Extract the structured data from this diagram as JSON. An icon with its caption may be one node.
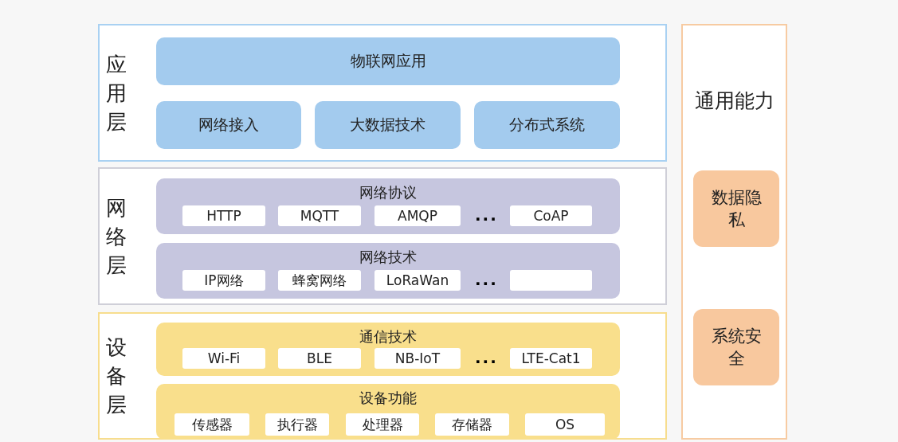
{
  "diagram": {
    "nodes": [
      {
        "text": [
          "应用层"
        ]
      },
      {
        "text": [
          "物联网应用"
        ],
        "in": 0
      },
      {
        "text": [
          "网络接入"
        ],
        "in": 0
      },
      {
        "text": [
          "大数据技术"
        ],
        "in": 0
      },
      {
        "text": [
          "分布式系统"
        ],
        "in": 0
      },
      {
        "text": [
          "网络层"
        ]
      },
      {
        "text": [
          "网络协议"
        ],
        "in": 5
      },
      {
        "text": [
          "HTTP"
        ],
        "in": 6
      },
      {
        "text": [
          "MQTT"
        ],
        "in": 6
      },
      {
        "text": [
          "AMQP"
        ],
        "in": 6
      },
      {
        "text": [
          "CoAP"
        ],
        "in": 6
      },
      {
        "text": [
          "网络技术"
        ],
        "in": 5
      },
      {
        "text": [
          "IP网络"
        ],
        "in": 11
      },
      {
        "text": [
          "蜂窝网络"
        ],
        "in": 11
      },
      {
        "text": [
          "LoRaWan"
        ],
        "in": 11
      },
      {
        "text": [],
        "shape": "box",
        "in": 11
      },
      {
        "text": [
          "设备层"
        ]
      },
      {
        "text": [
          "通信技术"
        ],
        "in": 16
      },
      {
        "text": [
          "Wi-Fi"
        ],
        "in": 17
      },
      {
        "text": [
          "BLE"
        ],
        "in": 17
      },
      {
        "text": [
          "NB-IoT"
        ],
        "in": 17
      },
      {
        "text": [
          "LTE-Cat1"
        ],
        "in": 17
      },
      {
        "text": [
          "设备功能"
        ],
        "in": 16
      },
      {
        "text": [
          "传感器"
        ],
        "in": 22
      },
      {
        "text": [
          "执行器"
        ],
        "in": 22
      },
      {
        "text": [
          "处理器"
        ],
        "in": 22
      },
      {
        "text": [
          "存储器"
        ],
        "in": 22
      },
      {
        "text": [
          "OS"
        ],
        "in": 22
      },
      {
        "text": [
          "通用能力"
        ]
      },
      {
        "text": [
          "数据隐私"
        ],
        "in": 28
      },
      {
        "text": [
          "系统安全"
        ],
        "in": 28
      }
    ],
    "edges": [],
    "labels": [
      "...",
      "...",
      "..."
    ]
  }
}
